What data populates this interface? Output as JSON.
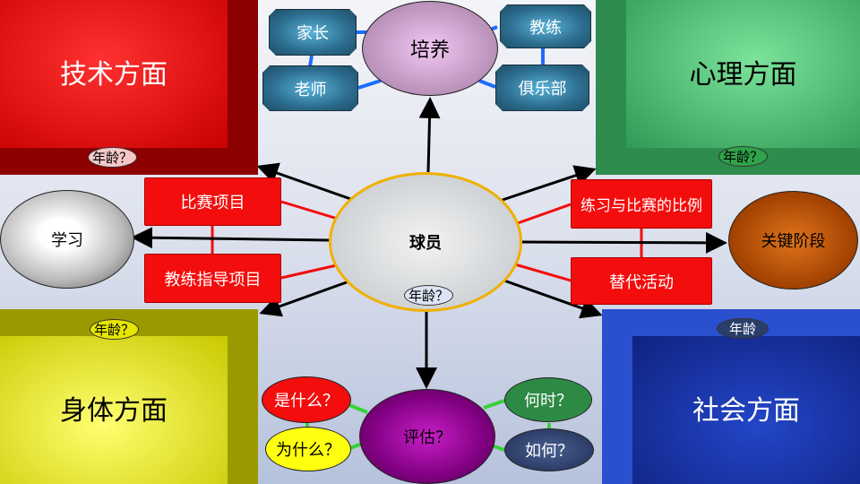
{
  "center": {
    "label": "球员",
    "age": "年龄？"
  },
  "boxes": {
    "technical": {
      "label": "技术方面",
      "age": "年龄？",
      "color": "#e00000"
    },
    "psychological": {
      "label": "心理方面",
      "age": "年龄？",
      "color": "#3fbf6a"
    },
    "physical": {
      "label": "身体方面",
      "age": "年龄？",
      "color": "#e6e600"
    },
    "social": {
      "label": "社会方面",
      "age": "年龄",
      "color": "#1f3fae"
    }
  },
  "left_items": [
    "比赛项目",
    "教练指导项目"
  ],
  "right_items": [
    "练习与比赛的比例",
    "替代活动"
  ],
  "study": "学习",
  "key_stages": "关键阶段",
  "development": {
    "label": "培养",
    "nodes": [
      "家长",
      "老师",
      "教练",
      "俱乐部"
    ]
  },
  "assessment": {
    "label": "评估？",
    "questions": [
      "是什么？",
      "为什么？",
      "何时？",
      "如何？"
    ]
  }
}
